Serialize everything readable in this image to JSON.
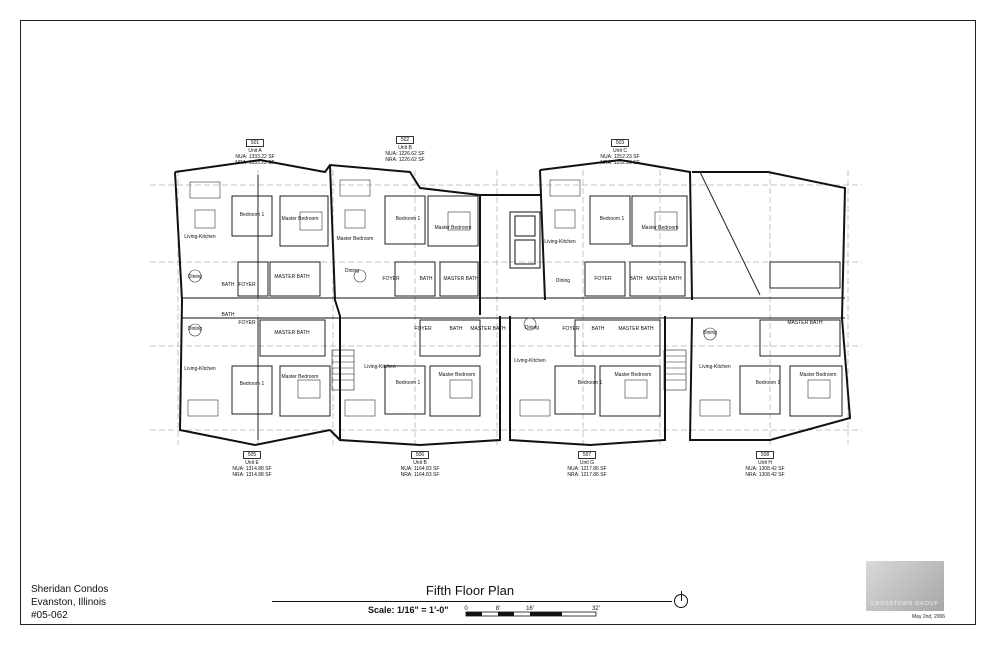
{
  "project": {
    "name": "Sheridan Condos",
    "location": "Evanston, Illinois",
    "number": "#05-062"
  },
  "title_block": {
    "title": "Fifth Floor Plan",
    "scale": "Scale: 1/16\" = 1'-0\"",
    "scale_marks": [
      "0",
      "8'",
      "16'",
      "32'"
    ]
  },
  "logo": {
    "text": "CROSSTOWN GROUP"
  },
  "date": "May 2nd, 2006",
  "units_top": [
    {
      "id": "501",
      "name": "Unit A",
      "nua": "NUA:  1333.22  SF",
      "nra": "NRA:  1333.22  SF"
    },
    {
      "id": "502",
      "name": "Unit B",
      "nua": "NUA:  1226.62  SF",
      "nra": "NRA:  1226.62  SF"
    },
    {
      "id": "503",
      "name": "Unit C",
      "nua": "NUA:  1252.23  SF",
      "nra": "NRA:  1252.23  SF"
    }
  ],
  "units_bottom": [
    {
      "id": "505",
      "name": "Unit E",
      "nua": "NUA:  1314.88  SF",
      "nra": "NRA:  1314.88  SF"
    },
    {
      "id": "506",
      "name": "Unit B",
      "nua": "NUA:  1164.83  SF",
      "nra": "NRA:  1164.83  SF"
    },
    {
      "id": "507",
      "name": "Unit G",
      "nua": "NUA:  1217.86  SF",
      "nra": "NRA:  1217.86  SF"
    },
    {
      "id": "508",
      "name": "Unit H",
      "nua": "NUA:  1308.42  SF",
      "nra": "NRA:  1308.42  SF"
    }
  ],
  "rooms": {
    "living_kitchen": "Living-Kitchen",
    "master_bedroom": "Master Bedroom",
    "bedroom1": "Bedroom 1",
    "dining": "Dining",
    "bath": "BATH",
    "master_bath": "MASTER BATH",
    "foyer": "FOYER"
  }
}
